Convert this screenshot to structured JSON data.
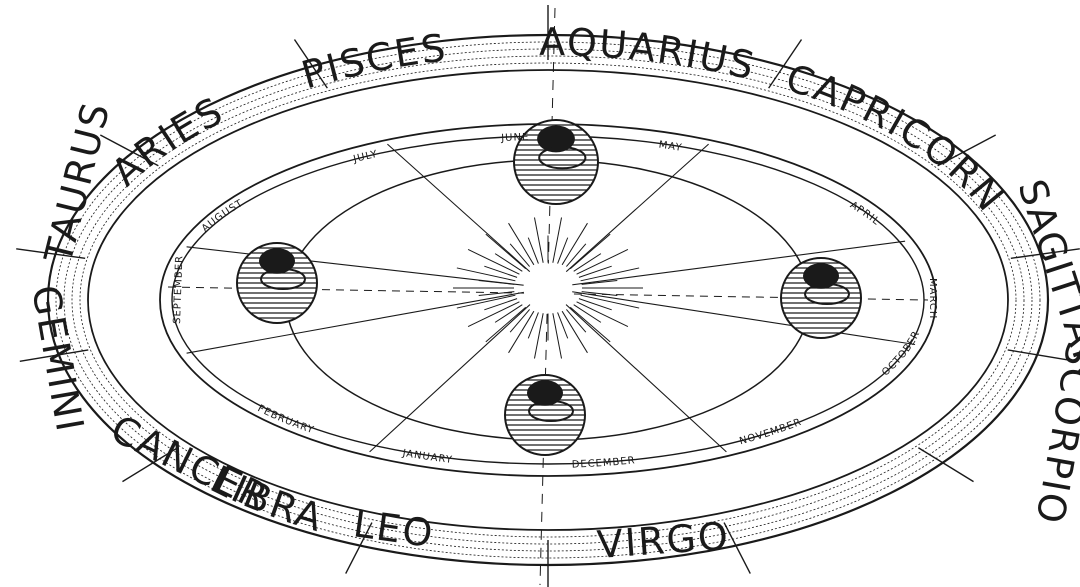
{
  "diagram": {
    "zodiac_signs": [
      {
        "id": "pisces",
        "label": "PISCES"
      },
      {
        "id": "aquarius",
        "label": "AQUARIUS"
      },
      {
        "id": "capricorn",
        "label": "CAPRICORN"
      },
      {
        "id": "sagittarius",
        "label": "SAGITTARIUS"
      },
      {
        "id": "scorpio",
        "label": "SCORPIO"
      },
      {
        "id": "libra",
        "label": "LIBRA"
      },
      {
        "id": "virgo",
        "label": "VIRGO"
      },
      {
        "id": "leo",
        "label": "LEO"
      },
      {
        "id": "cancer",
        "label": "CANCER"
      },
      {
        "id": "gemini",
        "label": "GEMINI"
      },
      {
        "id": "taurus",
        "label": "TAURUS"
      },
      {
        "id": "aries",
        "label": "ARIES"
      }
    ],
    "months": [
      {
        "id": "june",
        "label": "JUNE"
      },
      {
        "id": "may",
        "label": "MAY"
      },
      {
        "id": "april",
        "label": "APRIL"
      },
      {
        "id": "march",
        "label": "MARCH"
      },
      {
        "id": "february",
        "label": "FEBRUARY"
      },
      {
        "id": "january",
        "label": "JANUARY"
      },
      {
        "id": "december",
        "label": "DECEMBER"
      },
      {
        "id": "november",
        "label": "NOVEMBER"
      },
      {
        "id": "october",
        "label": "OCTOBER"
      },
      {
        "id": "september",
        "label": "SEPTEMBER"
      },
      {
        "id": "august",
        "label": "AUGUST"
      },
      {
        "id": "july",
        "label": "JULY"
      }
    ],
    "colors": {
      "ink": "#1a1a1a",
      "paper": "#ffffff"
    }
  }
}
